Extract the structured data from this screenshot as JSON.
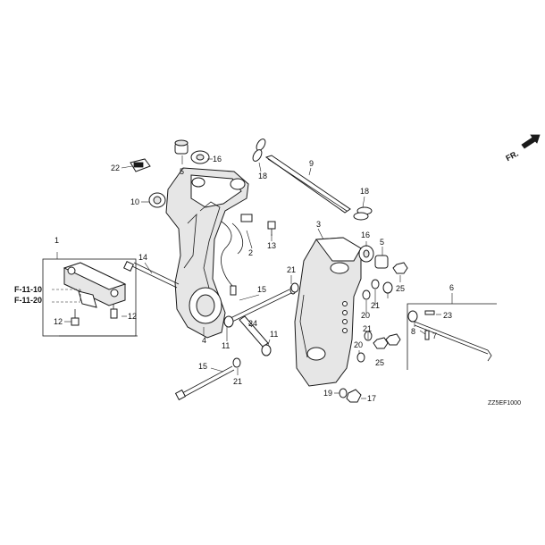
{
  "diagram": {
    "code": "ZZ5EF1000",
    "fr_label": "FR.",
    "ref_labels": [
      "F-11-10",
      "F-11-20"
    ],
    "callouts": {
      "c1": "1",
      "c2": "2",
      "c3": "3",
      "c4": "4",
      "c5a": "5",
      "c5b": "5",
      "c6": "6",
      "c7": "7",
      "c8": "8",
      "c9": "9",
      "c10": "10",
      "c11a": "11",
      "c11b": "11",
      "c12a": "12",
      "c12b": "12",
      "c13": "13",
      "c14": "14",
      "c15a": "15",
      "c15b": "15",
      "c16a": "16",
      "c16b": "16",
      "c17": "17",
      "c18a": "18",
      "c18b": "18",
      "c19": "19",
      "c20a": "20",
      "c20b": "20",
      "c21a": "21",
      "c21b": "21",
      "c21c": "21",
      "c21d": "21",
      "c22": "22",
      "c23": "23",
      "c24": "24",
      "c25a": "25",
      "c25b": "25"
    }
  }
}
